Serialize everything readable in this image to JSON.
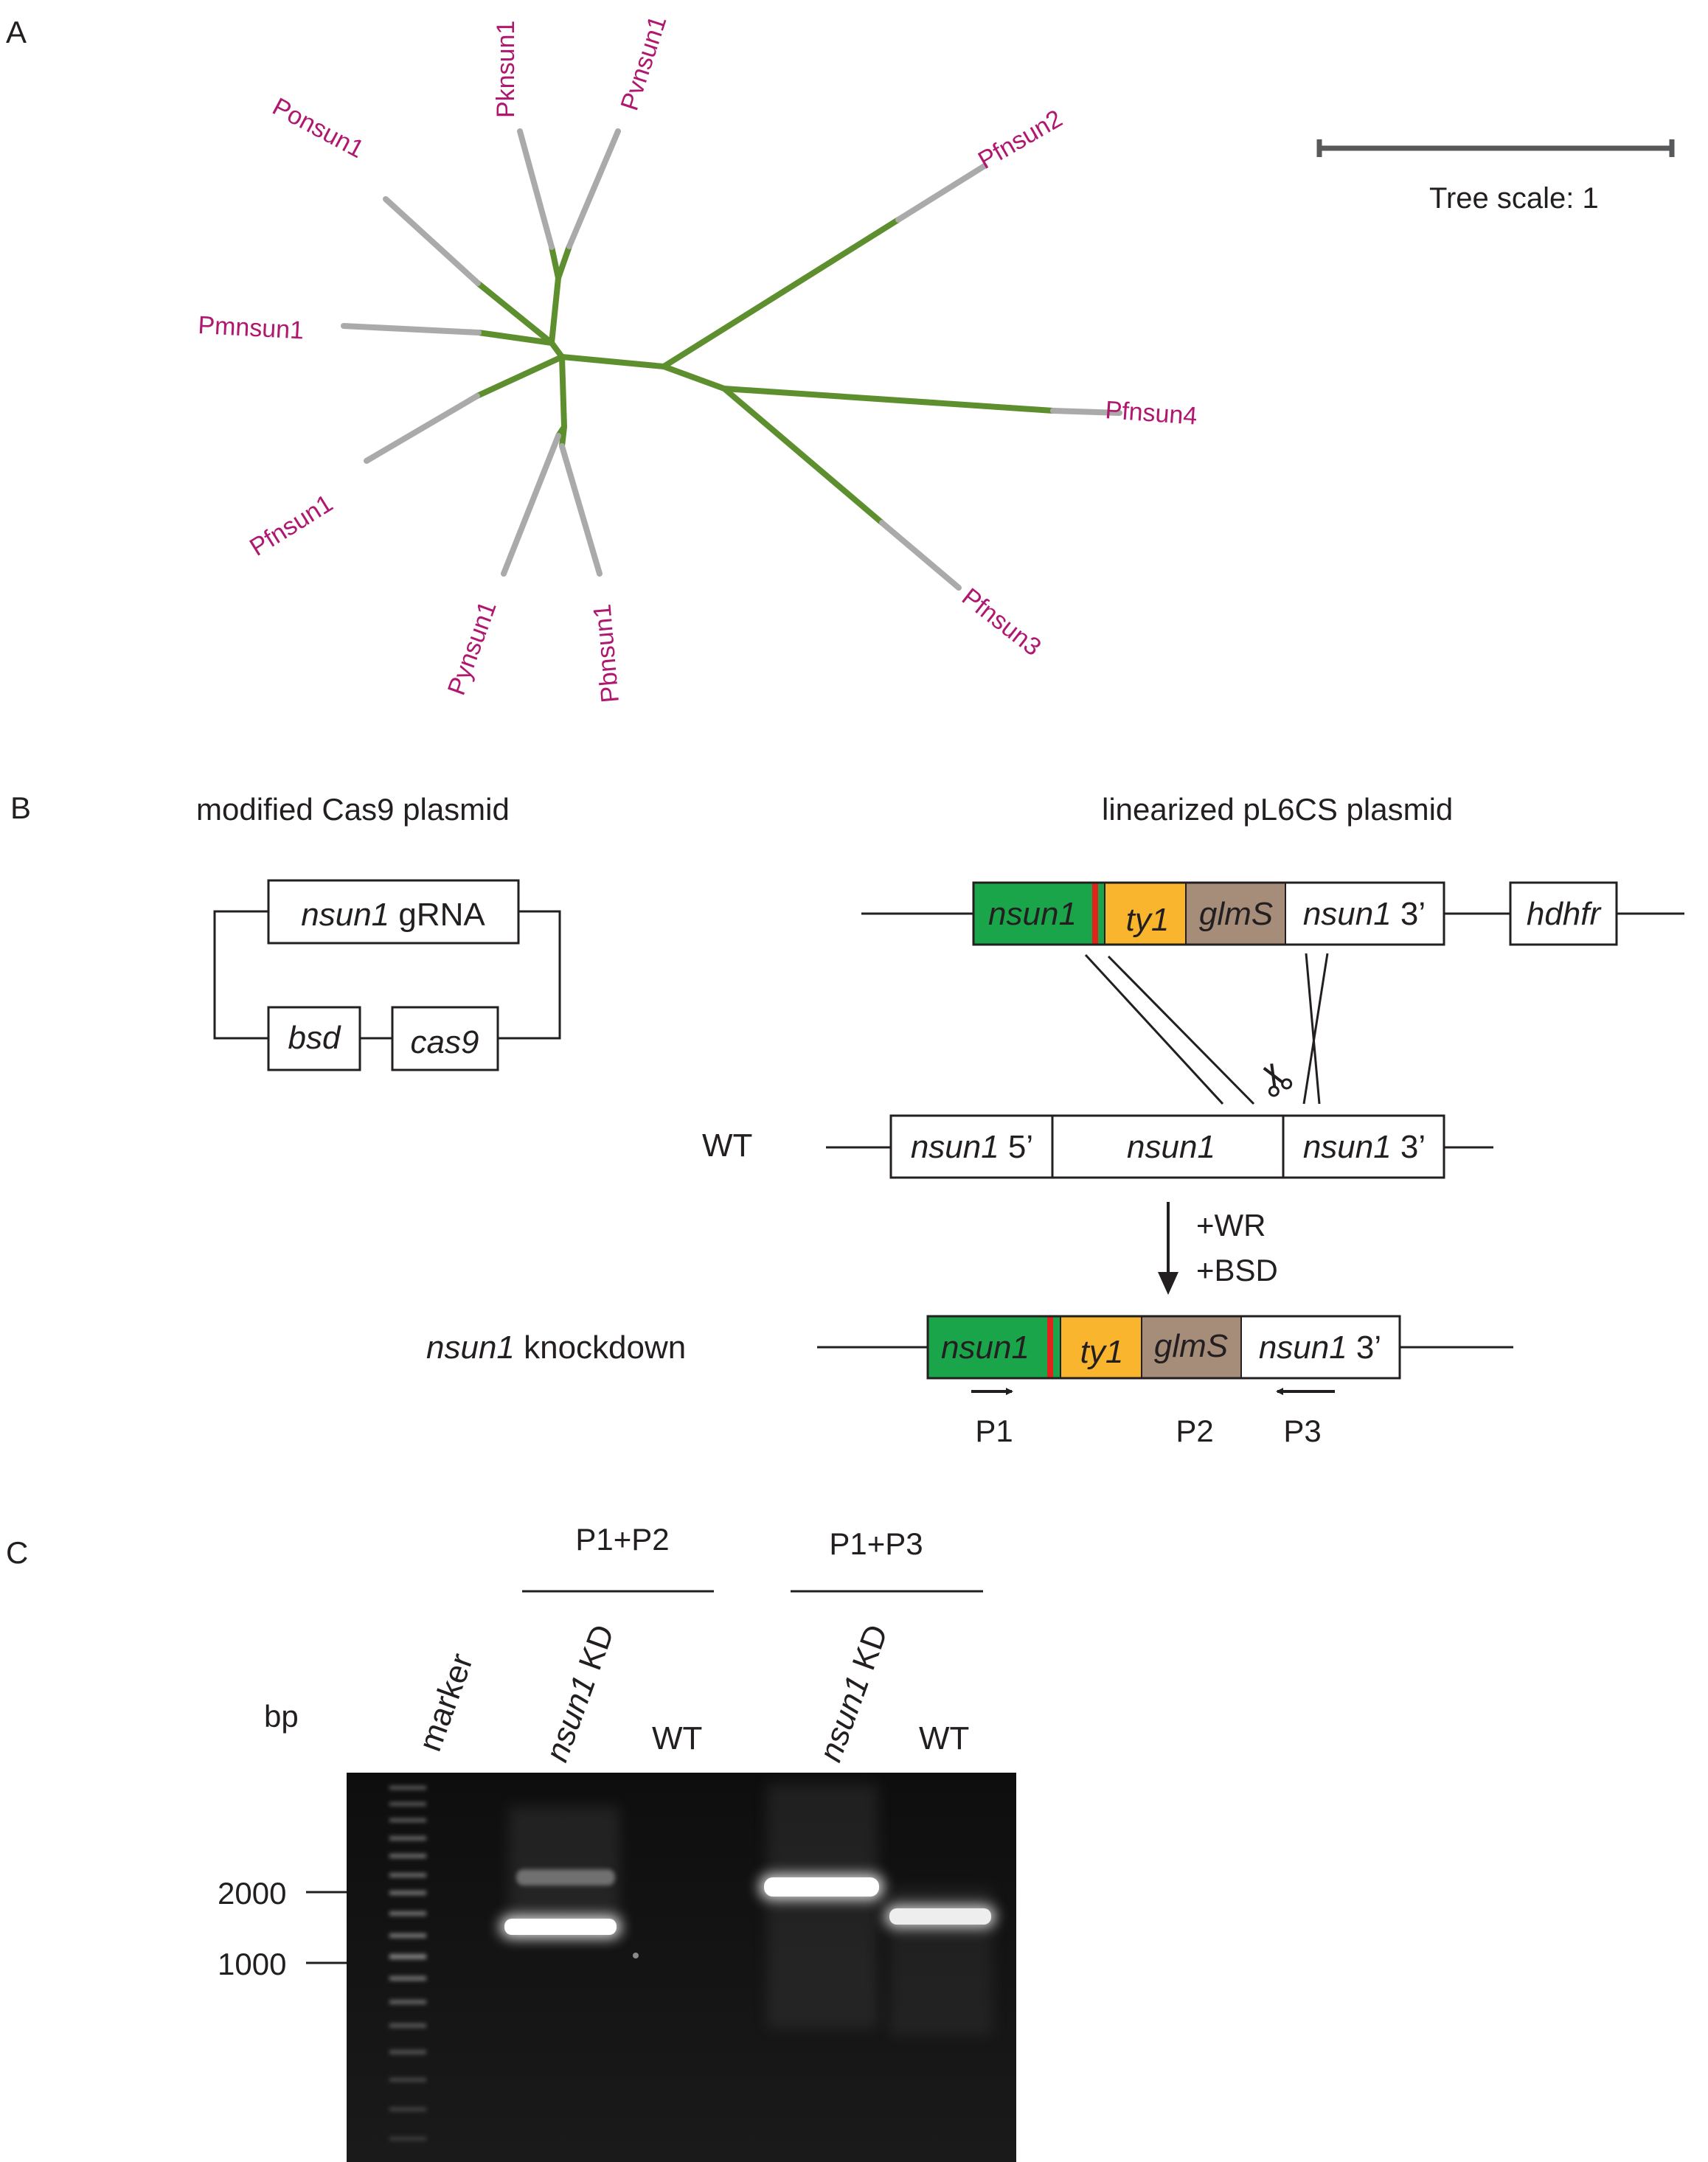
{
  "panels": {
    "a": "A",
    "b": "B",
    "c": "C"
  },
  "tree": {
    "scale_label": "Tree scale: 1",
    "leaves": {
      "ponsun1": "Ponsun1",
      "pknsun1": "Pknsun1",
      "pvnsun1": "Pvnsun1",
      "pfnsun2": "Pfnsun2",
      "pmnsun1": "Pmnsun1",
      "pfnsun4": "Pfnsun4",
      "pfnsun1": "Pfnsun1",
      "pynsun1": "Pynsun1",
      "pbnsun1": "Pbnsun1",
      "pfnsun3": "Pfnsun3"
    },
    "colors": {
      "branch": "#5e8f2f",
      "tip": "#aaaaaa",
      "label": "#b0176f"
    }
  },
  "construct": {
    "cas9_title": "modified Cas9 plasmid",
    "pl6cs_title": "linearized pL6CS plasmid",
    "gRNA_italic": "nsun1",
    "gRNA_rest": " gRNA",
    "bsd": "bsd",
    "cas9": "cas9",
    "nsun1": "nsun1",
    "ty1": "ty1",
    "glmS": "glmS",
    "nsun1_3_italic": "nsun1",
    "three_prime": " 3’",
    "five_prime": " 5’",
    "hdhfr": "hdhfr",
    "wt": "WT",
    "wr": "+WR",
    "bsd_drug": "+BSD",
    "knockdown_italic": "nsun1",
    "knockdown_rest": " knockdown",
    "p1": "P1",
    "p2": "P2",
    "p3": "P3",
    "colors": {
      "nsun1": "#1aa54a",
      "ty1": "#f8b52d",
      "glmS": "#a58d7a",
      "mark": "#e2221d"
    }
  },
  "gel": {
    "group1": "P1+P2",
    "group2": "P1+P3",
    "bp": "bp",
    "marker": "marker",
    "kd_italic": "nsun1",
    "kd_rest": " KD",
    "wt": "WT",
    "size_2000": "2000",
    "size_1000": "1000"
  }
}
